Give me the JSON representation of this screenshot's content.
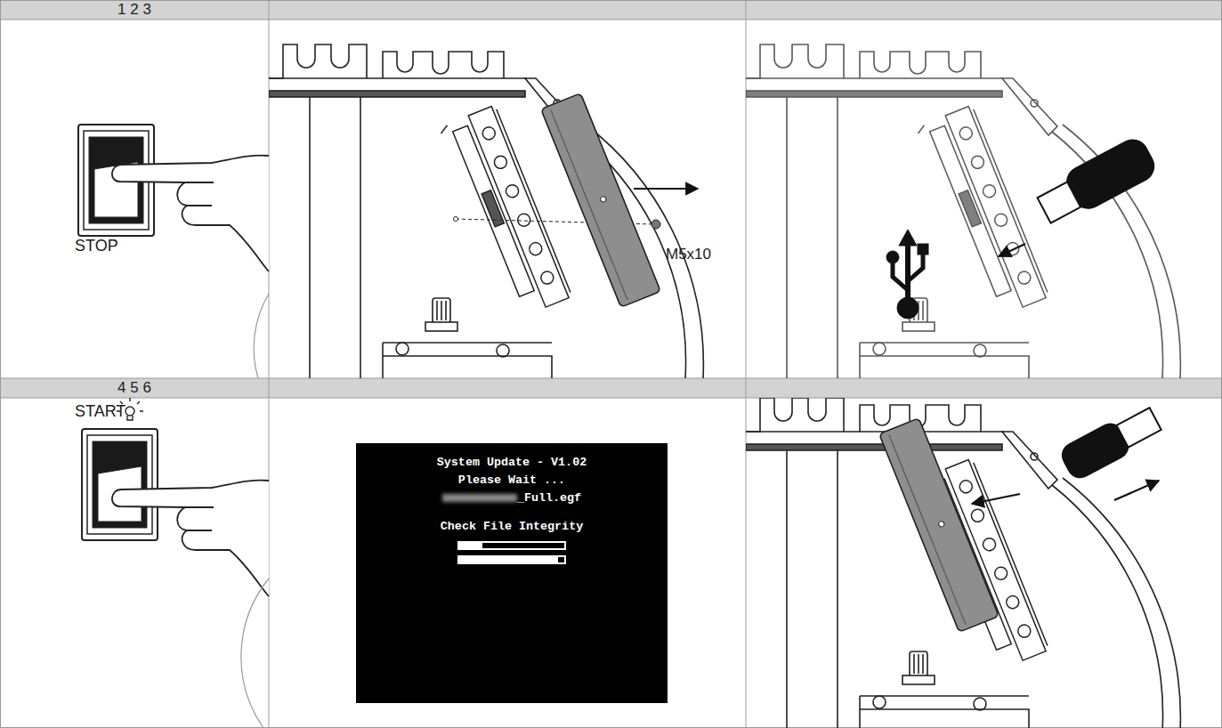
{
  "diagram": {
    "nodes": [
      {
        "text": [
          "1 2 3"
        ]
      },
      {
        "text": [
          "4 5 6"
        ]
      },
      {
        "text": [
          "System Update - V1.02",
          "Please Wait ...",
          "_Full.egf",
          "Check File Integrity"
        ]
      }
    ],
    "labels": [
      "STOP",
      "M5x10",
      "START"
    ]
  }
}
